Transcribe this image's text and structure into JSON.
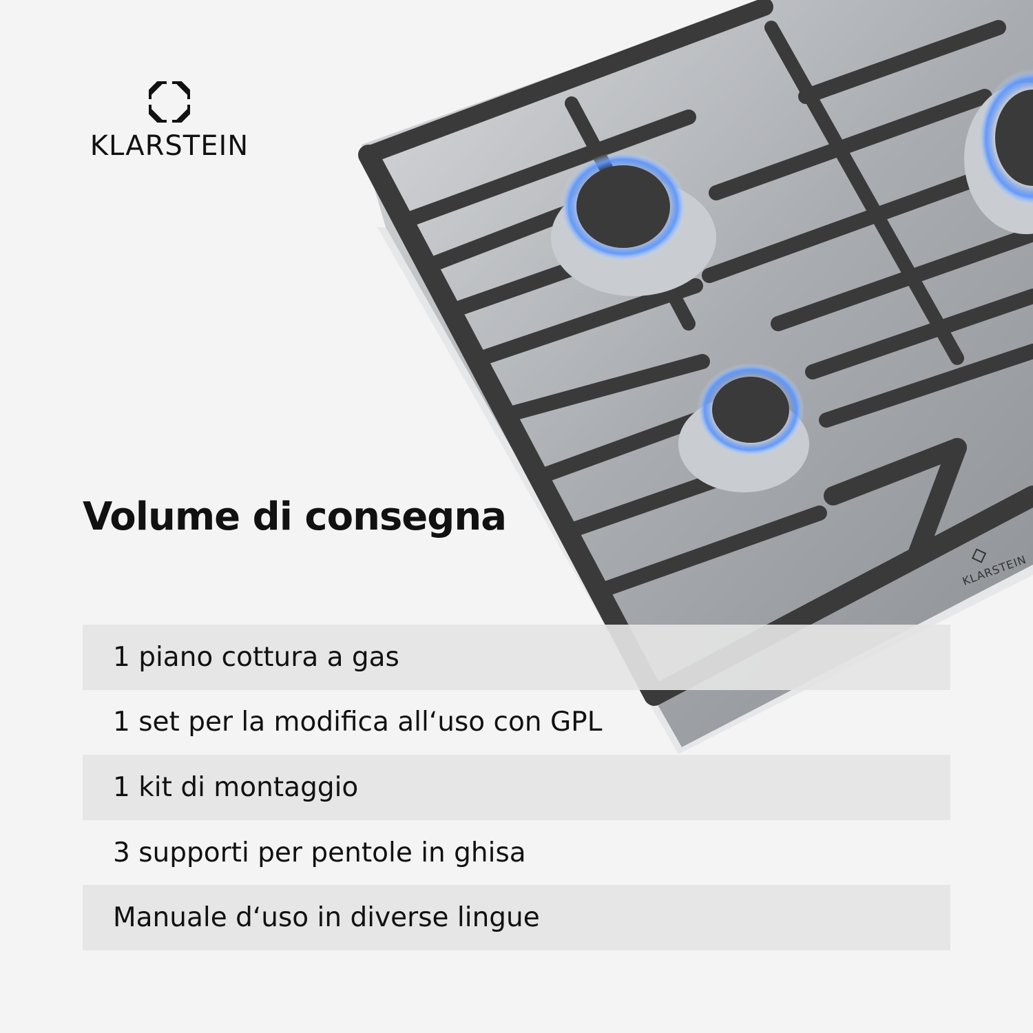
{
  "brand": {
    "logo_text": "KLARSTEIN",
    "hob_badge_text": "KLARSTEIN"
  },
  "heading": "Volume di consegna",
  "items": [
    {
      "label": "1 piano cottura a gas"
    },
    {
      "label": "1 set per la modifica all‘uso con GPL"
    },
    {
      "label": "1 kit di montaggio"
    },
    {
      "label": "3 supporti per pentole in ghisa"
    },
    {
      "label": "Manuale d‘uso in diverse lingue"
    }
  ],
  "colors": {
    "background": "#f4f4f4",
    "row_shade": "#e4e4e4",
    "text": "#111111",
    "grate": "#3a3a3a",
    "steel": "#b9bcc0",
    "flame": "#3a7bff"
  }
}
